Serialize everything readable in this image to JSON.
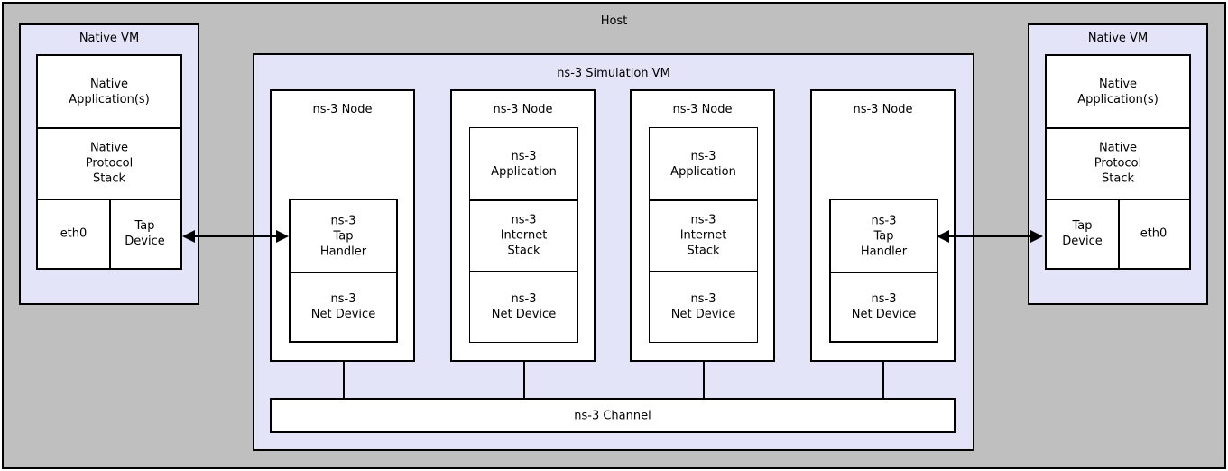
{
  "host": {
    "label": "Host"
  },
  "left_vm": {
    "title": "Native VM",
    "cells": [
      {
        "label": "Native\nApplication(s)"
      },
      {
        "label": "Native\nProtocol\nStack"
      },
      {
        "label": "eth0"
      },
      {
        "label": "Tap\nDevice"
      }
    ]
  },
  "right_vm": {
    "title": "Native VM",
    "cells": [
      {
        "label": "Native\nApplication(s)"
      },
      {
        "label": "Native\nProtocol\nStack"
      },
      {
        "label": "Tap\nDevice"
      },
      {
        "label": "eth0"
      }
    ]
  },
  "sim_vm": {
    "title": "ns-3 Simulation VM",
    "channel": {
      "label": "ns-3 Channel"
    },
    "nodes": [
      {
        "title": "ns-3 Node",
        "cells": [
          {
            "label": "ns-3\nTap\nHandler"
          },
          {
            "label": "ns-3\nNet Device"
          }
        ]
      },
      {
        "title": "ns-3 Node",
        "cells": [
          {
            "label": "ns-3\nApplication"
          },
          {
            "label": "ns-3\nInternet\nStack"
          },
          {
            "label": "ns-3\nNet Device"
          }
        ]
      },
      {
        "title": "ns-3 Node",
        "cells": [
          {
            "label": "ns-3\nApplication"
          },
          {
            "label": "ns-3\nInternet\nStack"
          },
          {
            "label": "ns-3\nNet Device"
          }
        ]
      },
      {
        "title": "ns-3 Node",
        "cells": [
          {
            "label": "ns-3\nTap\nHandler"
          },
          {
            "label": "ns-3\nNet Device"
          }
        ]
      }
    ]
  },
  "colors": {
    "host_fill": "#bfbfbf",
    "vm_fill": "#e3e4f7",
    "box_fill": "#ffffff",
    "stroke": "#000000"
  }
}
